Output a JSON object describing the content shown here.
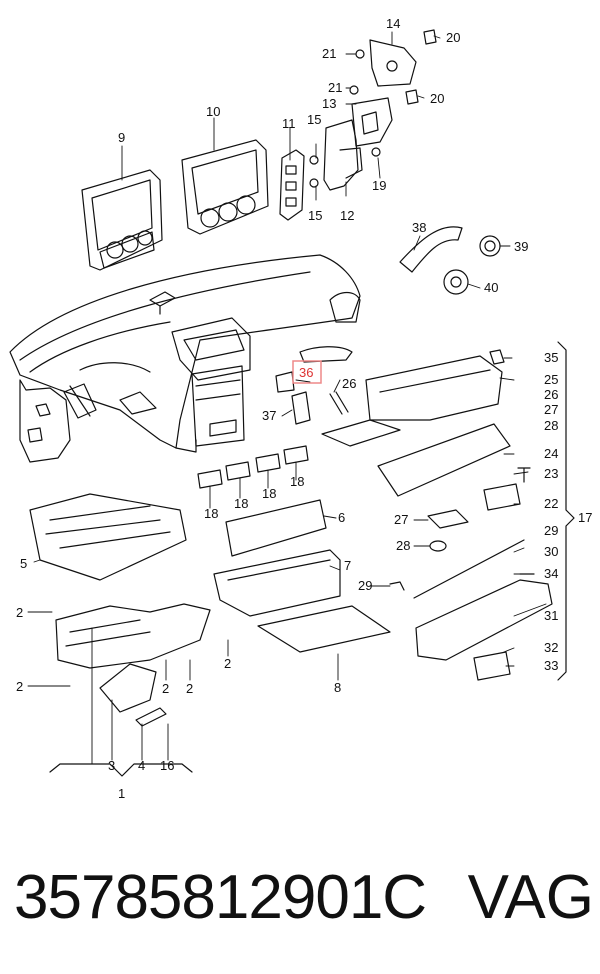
{
  "diagram": {
    "callouts": {
      "c1": "1",
      "c2a": "2",
      "c2b": "2",
      "c2c": "2",
      "c2d": "2",
      "c2e": "2",
      "c3": "3",
      "c4": "4",
      "c5": "5",
      "c6": "6",
      "c7": "7",
      "c8": "8",
      "c9": "9",
      "c10": "10",
      "c11": "11",
      "c12": "12",
      "c13": "13",
      "c14": "14",
      "c15a": "15",
      "c15b": "15",
      "c16": "16",
      "c17": "17",
      "c18a": "18",
      "c18b": "18",
      "c18c": "18",
      "c18d": "18",
      "c19": "19",
      "c20a": "20",
      "c20b": "20",
      "c21a": "21",
      "c21b": "21",
      "c22": "22",
      "c23": "23",
      "c24": "24",
      "c25": "25",
      "c26a": "26",
      "c26b": "26",
      "c27a": "27",
      "c27b": "27",
      "c28a": "28",
      "c28b": "28",
      "c29a": "29",
      "c29b": "29",
      "c30": "30",
      "c31": "31",
      "c32": "32",
      "c33": "33",
      "c34": "34",
      "c35": "35",
      "c36": "36",
      "c37": "37",
      "c38": "38",
      "c39": "39",
      "c40": "40"
    },
    "highlight_color": "#e88"
  },
  "footer": {
    "part_number": "35785812901C",
    "brand": "VAG"
  }
}
